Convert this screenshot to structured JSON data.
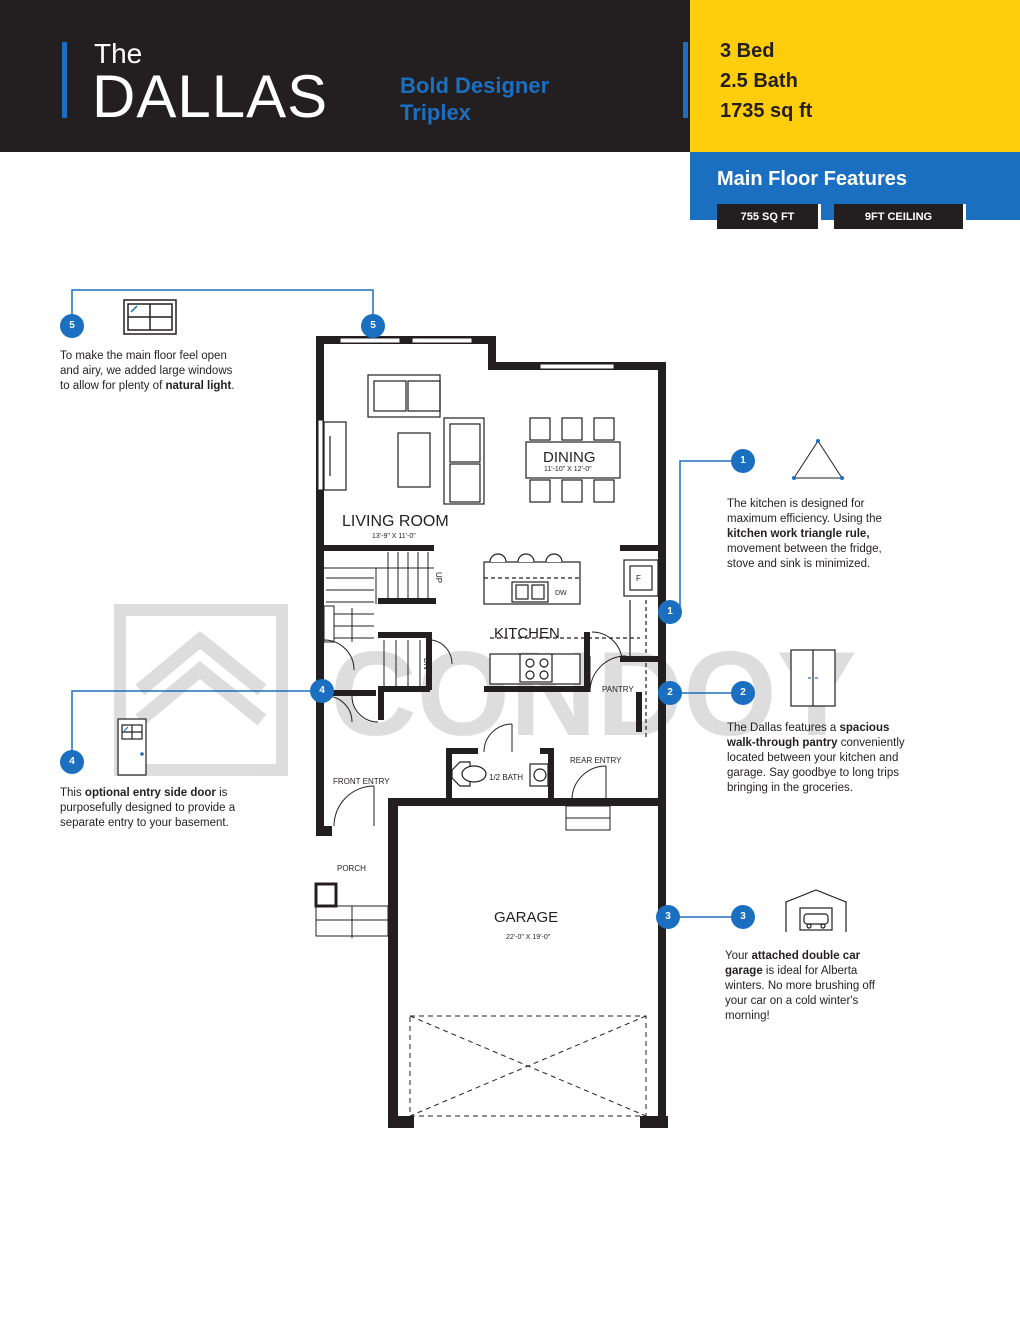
{
  "header": {
    "the": "The",
    "name": "DALLAS",
    "subtitle_line1": "Bold Designer",
    "subtitle_line2": "Triplex",
    "beds": "3 Bed",
    "baths": "2.5 Bath",
    "area": "1735 sq ft"
  },
  "features": {
    "title": "Main Floor Features",
    "sqft": "755 SQ FT",
    "ceiling": "9FT CEILING"
  },
  "callouts": {
    "windows": {
      "num": "5",
      "text_a": "To make the main floor feel open and airy, we added large windows to allow for plenty of ",
      "text_b": "natural light",
      "text_c": "."
    },
    "kitchen": {
      "num": "1",
      "text_a": "The kitchen is designed for maximum efficiency. Using the ",
      "text_b": "kitchen work triangle rule,",
      "text_c": " movement between the fridge, stove and sink is minimized."
    },
    "pantry": {
      "num": "2",
      "text_a": "The Dallas features a ",
      "text_b": "spacious walk-through pantry",
      "text_c": " conveniently located between your kitchen and garage. Say goodbye to long trips bringing in the groceries."
    },
    "garage": {
      "num": "3",
      "text_a": "Your ",
      "text_b": "attached double car garage",
      "text_c": " is ideal for Alberta winters. No more brushing off your car on a cold winter's morning!"
    },
    "entry": {
      "num": "4",
      "text_a": "This ",
      "text_b": "optional entry side door",
      "text_c": " is purposefully designed to provide a separate entry to your basement."
    }
  },
  "rooms": {
    "living": "LIVING ROOM",
    "living_dim": "13'-9\" X 11'-0\"",
    "dining": "DINING",
    "dining_dim": "11'-10\" X 12'-0\"",
    "kitchen": "KITCHEN",
    "pantry": "PANTRY",
    "bath": "1/2 BATH",
    "rear_entry": "REAR ENTRY",
    "front_entry": "FRONT ENTRY",
    "porch": "PORCH",
    "garage": "GARAGE",
    "garage_dim": "22'-0\" X 19'-0\"",
    "up": "UP",
    "dn": "DN",
    "dw": "DW",
    "fridge": "F"
  },
  "watermark": "CONDOY",
  "colors": {
    "blue": "#1b6fc0",
    "yellow": "#fecd0c",
    "dark": "#231f20"
  }
}
